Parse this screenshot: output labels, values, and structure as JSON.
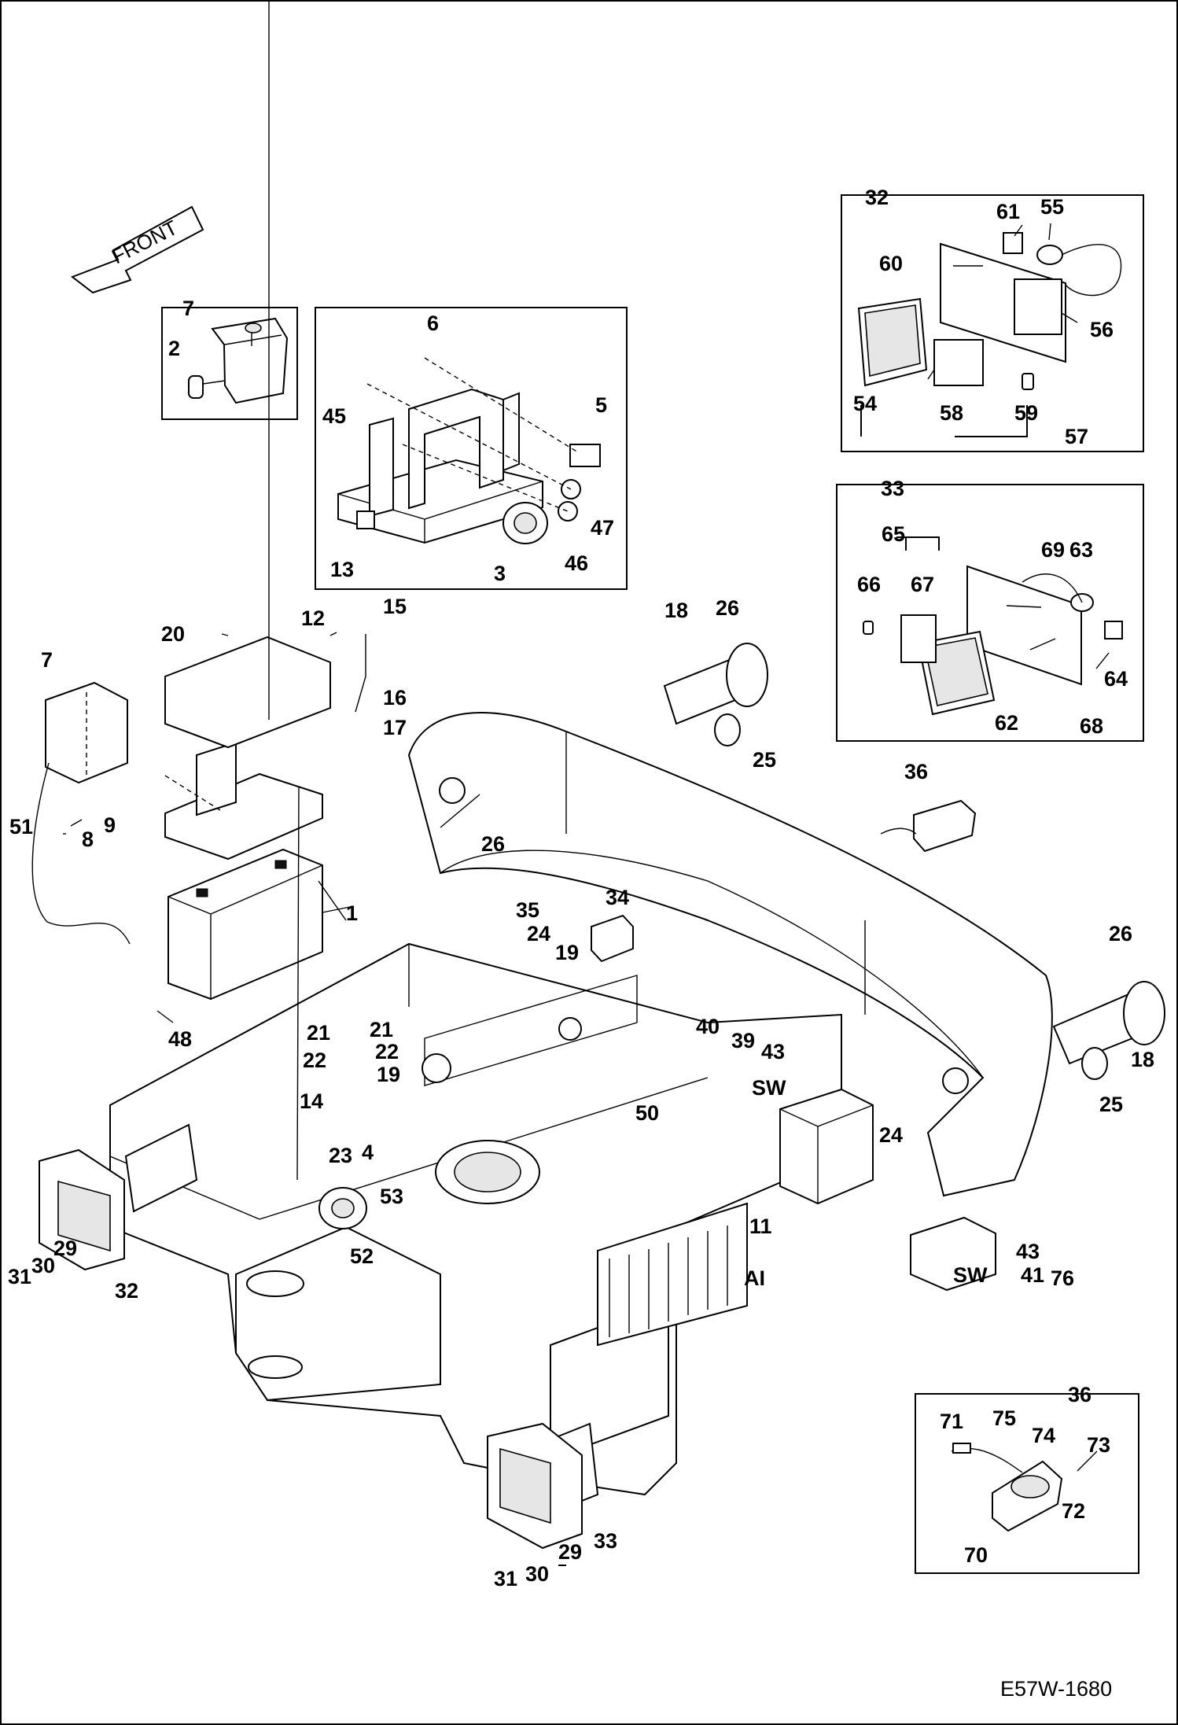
{
  "drawing_code": "E57W-1680",
  "front_label": "FRONT",
  "port_labels": {
    "sw_1": "SW",
    "sw_2": "SW",
    "ai": "AI"
  },
  "callouts": {
    "c1": "1",
    "c2": "2",
    "c3": "3",
    "c4": "4",
    "c5": "5",
    "c6": "6",
    "c7_inset": "7",
    "c7": "7",
    "c8": "8",
    "c9": "9",
    "c11": "11",
    "c12": "12",
    "c13": "13",
    "c14": "14",
    "c15": "15",
    "c16": "16",
    "c17": "17",
    "c18_a": "18",
    "c18_b": "18",
    "c19_a": "19",
    "c19_b": "19",
    "c20": "20",
    "c21_a": "21",
    "c21_b": "21",
    "c22_a": "22",
    "c22_b": "22",
    "c23": "23",
    "c24_a": "24",
    "c24_b": "24",
    "c25_a": "25",
    "c25_b": "25",
    "c26_a": "26",
    "c26_b": "26",
    "c26_c": "26",
    "c29_a": "29",
    "c29_b": "29",
    "c30_a": "30",
    "c30_b": "30",
    "c31_a": "31",
    "c31_b": "31",
    "c32_box": "32",
    "c32": "32",
    "c33_box": "33",
    "c33": "33",
    "c34": "34",
    "c35": "35",
    "c36_a": "36",
    "c36_box": "36",
    "c39": "39",
    "c40": "40",
    "c41": "41",
    "c43_a": "43",
    "c43_b": "43",
    "c45": "45",
    "c46": "46",
    "c47": "47",
    "c48": "48",
    "c50": "50",
    "c51": "51",
    "c52": "52",
    "c53": "53",
    "c54": "54",
    "c55": "55",
    "c56": "56",
    "c57": "57",
    "c58": "58",
    "c59": "59",
    "c60": "60",
    "c61": "61",
    "c62": "62",
    "c63": "63",
    "c64": "64",
    "c65": "65",
    "c66": "66",
    "c67": "67",
    "c68": "68",
    "c69": "69",
    "c70": "70",
    "c71": "71",
    "c72": "72",
    "c73": "73",
    "c74": "74",
    "c75": "75",
    "c76": "76"
  },
  "icons": {
    "front_arrow": "front-arrow-icon",
    "battery": "battery-icon",
    "work_lamp": "work-lamp-icon",
    "horn": "horn-icon",
    "beacon": "beacon-icon"
  }
}
